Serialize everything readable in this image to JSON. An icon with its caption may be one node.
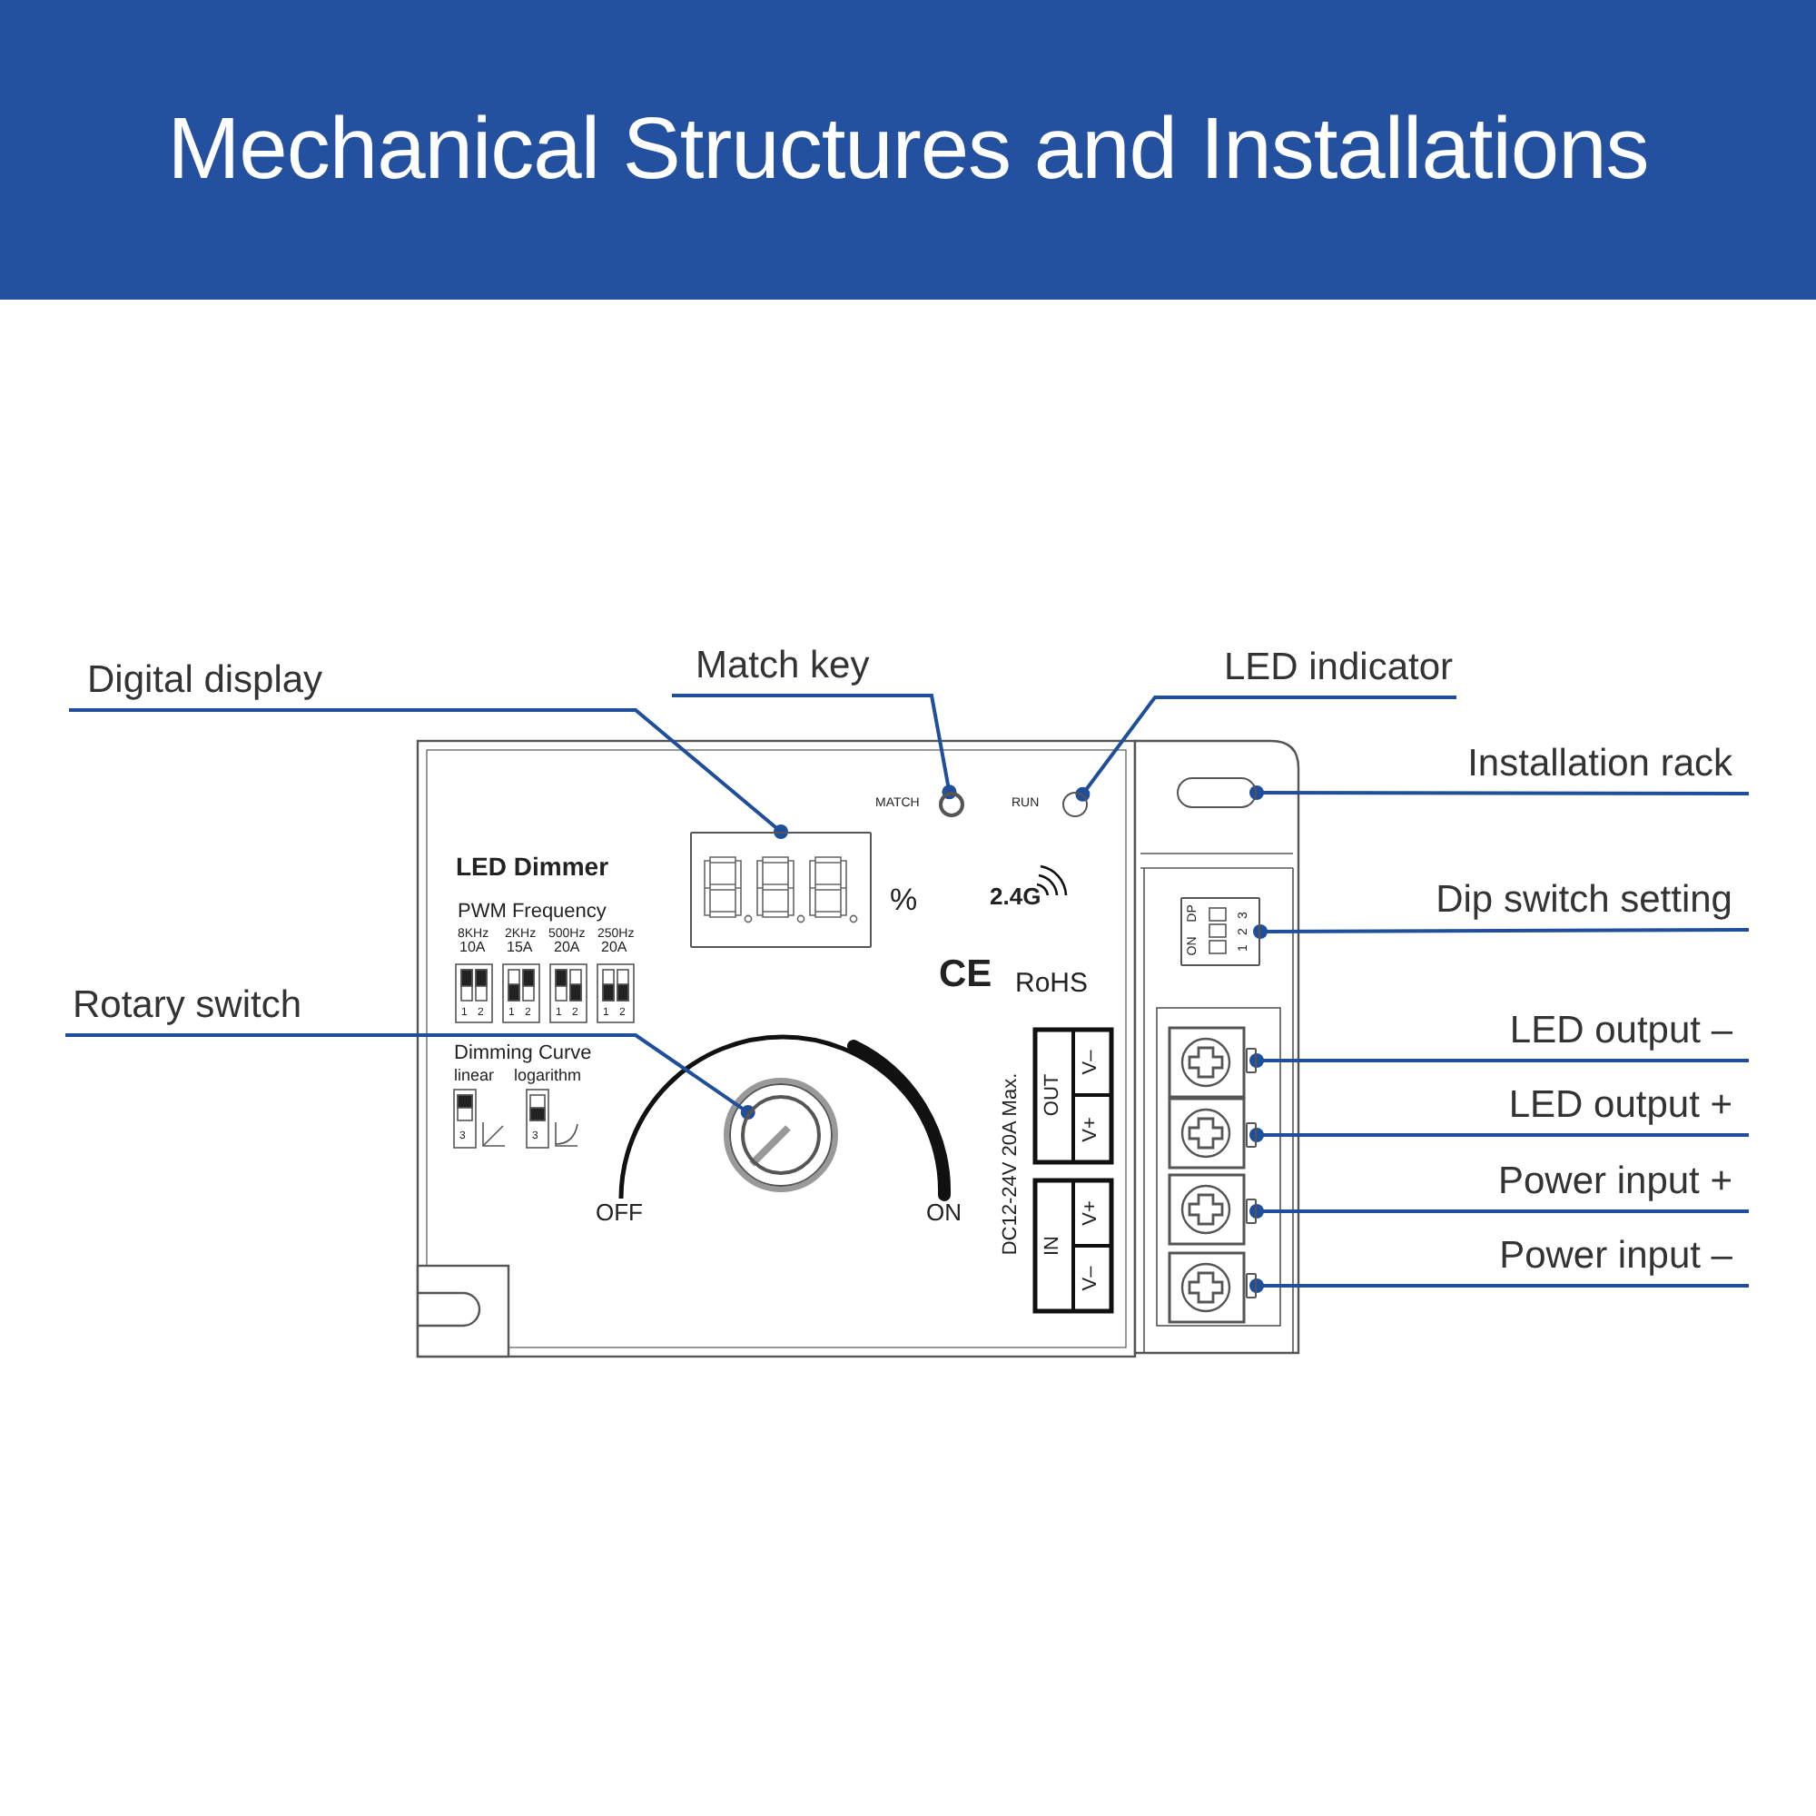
{
  "diagram": {
    "title": "Mechanical Structures and Installations",
    "nodes": [
      {
        "text": [
          "Digital display"
        ]
      },
      {
        "text": [
          "Match key"
        ]
      },
      {
        "text": [
          "LED indicator"
        ]
      },
      {
        "text": [
          "Installation rack"
        ]
      },
      {
        "text": [
          "Dip switch setting"
        ]
      },
      {
        "text": [
          "Rotary switch"
        ]
      },
      {
        "text": [
          "LED output –"
        ]
      },
      {
        "text": [
          "LED output +"
        ]
      },
      {
        "text": [
          "Power input +"
        ]
      },
      {
        "text": [
          "Power input –"
        ]
      },
      {
        "text": [],
        "shape": "box"
      },
      {
        "text": [],
        "shape": "circle"
      },
      {
        "text": [],
        "shape": "circle"
      },
      {
        "text": [],
        "shape": "box"
      },
      {
        "text": [],
        "shape": "box"
      },
      {
        "text": [],
        "shape": "circle"
      },
      {
        "text": [],
        "shape": "box"
      },
      {
        "text": [],
        "shape": "box"
      },
      {
        "text": [],
        "shape": "box"
      },
      {
        "text": [],
        "shape": "box"
      }
    ],
    "edges": [
      {
        "from": 0,
        "to": 10,
        "arrow": "other"
      },
      {
        "from": 1,
        "to": 11,
        "arrow": "other"
      },
      {
        "from": 2,
        "to": 12,
        "arrow": "other"
      },
      {
        "from": 3,
        "to": 13,
        "arrow": "other"
      },
      {
        "from": 4,
        "to": 14,
        "arrow": "other"
      },
      {
        "from": 5,
        "to": 15,
        "arrow": "other"
      },
      {
        "from": 6,
        "to": 16,
        "arrow": "other"
      },
      {
        "from": 7,
        "to": 17,
        "arrow": "other"
      },
      {
        "from": 8,
        "to": 18,
        "arrow": "other"
      },
      {
        "from": 9,
        "to": 19,
        "arrow": "other"
      }
    ],
    "labels": [
      "LED Dimmer",
      "MATCH",
      "RUN",
      "%",
      "2.4G",
      "PWM Frequency",
      "8KHz",
      "10A",
      "2KHz",
      "15A",
      "500Hz",
      "20A",
      "250Hz",
      "20A",
      "1",
      "2",
      "1",
      "2",
      "1",
      "2",
      "1",
      "2",
      "CE",
      "RoHS",
      "DP",
      "ON",
      "1",
      "2",
      "3",
      "Dimming Curve",
      "linear",
      "logarithm",
      "3",
      "3",
      "OUT",
      "V–",
      "V+",
      "DC12-24V 20A Max.",
      "IN",
      "V+",
      "V–",
      "OFF",
      "ON"
    ]
  }
}
